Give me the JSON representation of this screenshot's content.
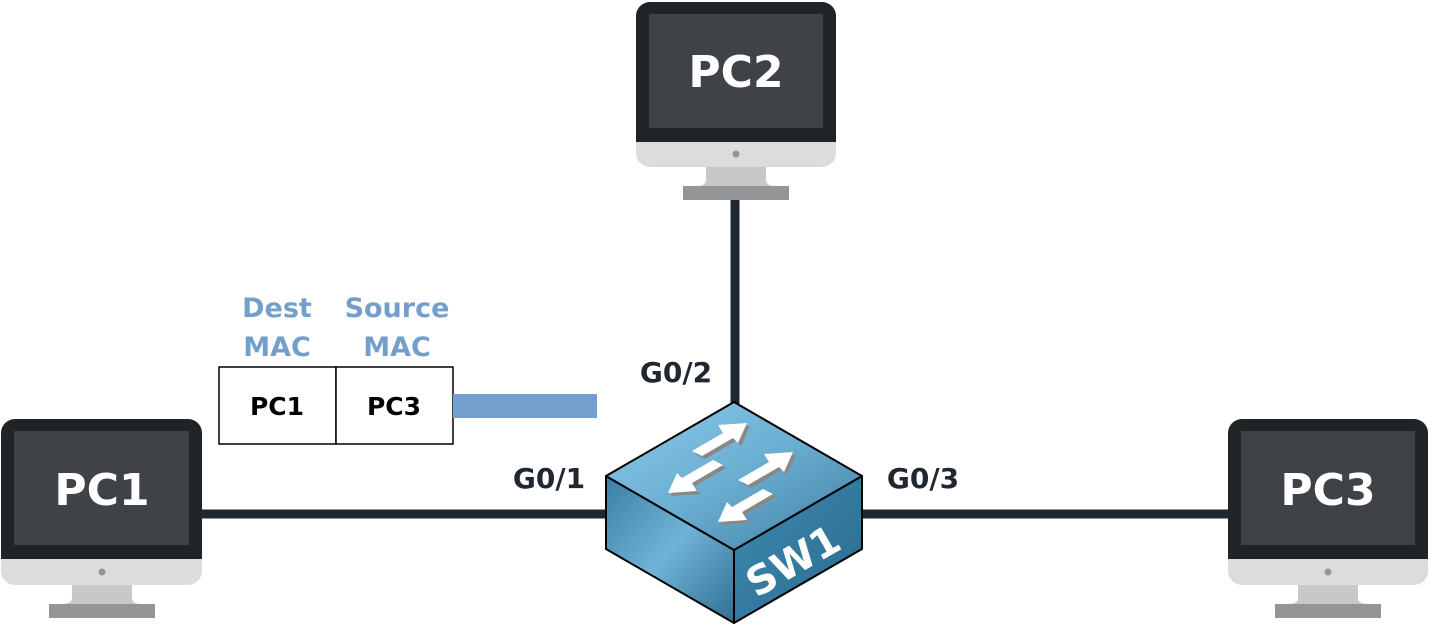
{
  "diagram": {
    "title": "Switch frame forwarding",
    "colors": {
      "link": "#212730",
      "frame_arrow": "#739fcc",
      "header_text": "#739fcc",
      "monitor_bezel": "#212427",
      "monitor_screen": "#3f4347",
      "monitor_chin": "#dcdcdc",
      "monitor_stand": "#c8c8c8",
      "monitor_base": "#939597",
      "switch_top": "#5fa3c6",
      "switch_side": "#3a86ad"
    },
    "nodes": {
      "pc1": {
        "label": "PC1"
      },
      "pc2": {
        "label": "PC2"
      },
      "pc3": {
        "label": "PC3"
      },
      "sw1": {
        "label": "SW1"
      }
    },
    "ports": {
      "g01": "G0/1",
      "g02": "G0/2",
      "g03": "G0/3"
    },
    "links": [
      {
        "from": "PC1",
        "to": "SW1",
        "port": "G0/1"
      },
      {
        "from": "PC2",
        "to": "SW1",
        "port": "G0/2"
      },
      {
        "from": "PC3",
        "to": "SW1",
        "port": "G0/3"
      }
    ],
    "frame": {
      "dest_header_line1": "Dest",
      "dest_header_line2": "MAC",
      "source_header_line1": "Source",
      "source_header_line2": "MAC",
      "dest_mac": "PC1",
      "source_mac": "PC3",
      "direction": "toward SW1"
    }
  }
}
